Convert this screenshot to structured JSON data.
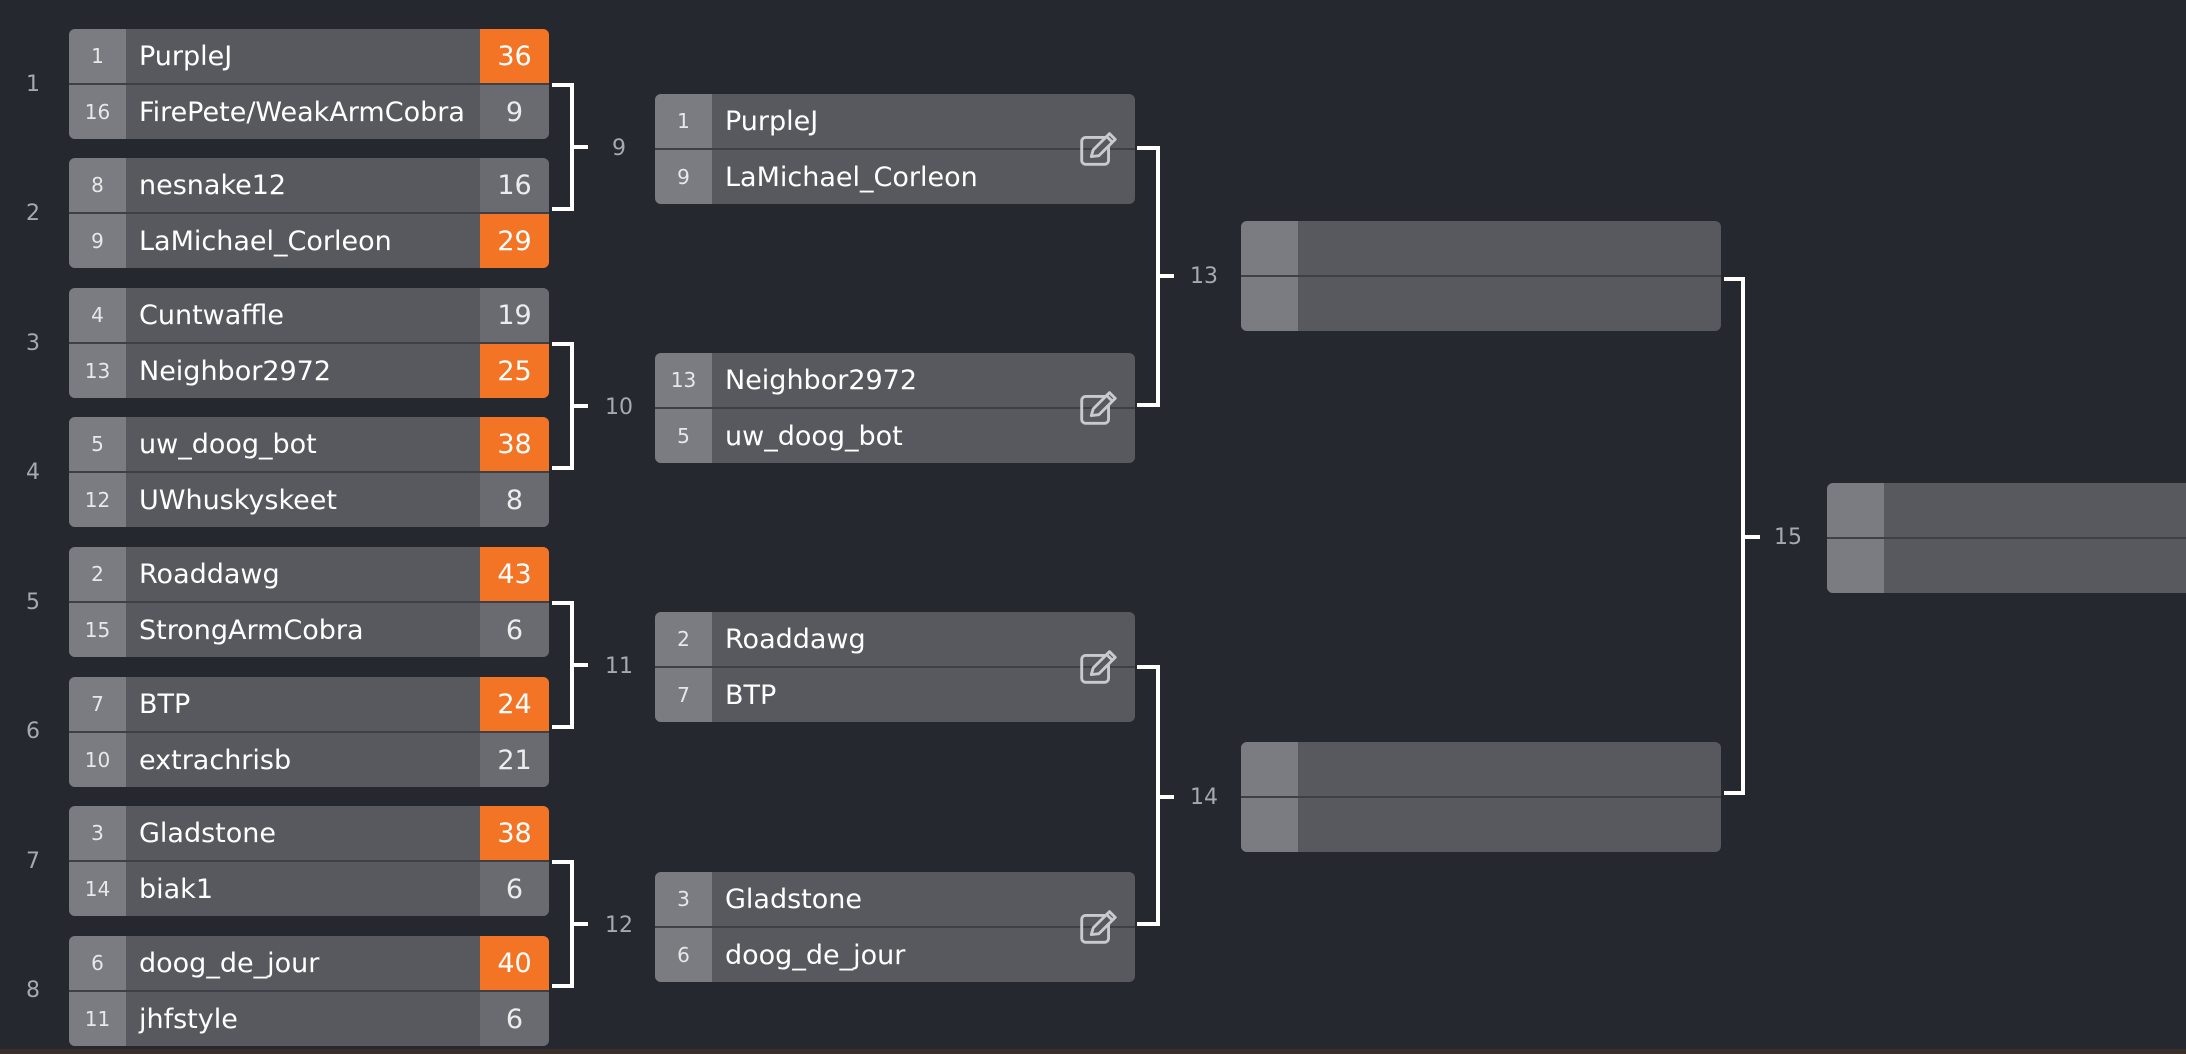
{
  "rounds": {
    "round1": [
      {
        "match_no": "1",
        "top": {
          "seed": "1",
          "name": "PurpleJ",
          "score": "36"
        },
        "bottom": {
          "seed": "16",
          "name": "FirePete/WeakArmCobra",
          "score": "9"
        }
      },
      {
        "match_no": "2",
        "top": {
          "seed": "8",
          "name": "nesnake12",
          "score": "16"
        },
        "bottom": {
          "seed": "9",
          "name": "LaMichael_Corleon",
          "score": "29"
        }
      },
      {
        "match_no": "3",
        "top": {
          "seed": "4",
          "name": "Cuntwaffle",
          "score": "19"
        },
        "bottom": {
          "seed": "13",
          "name": "Neighbor2972",
          "score": "25"
        }
      },
      {
        "match_no": "4",
        "top": {
          "seed": "5",
          "name": "uw_doog_bot",
          "score": "38"
        },
        "bottom": {
          "seed": "12",
          "name": "UWhuskyskeet",
          "score": "8"
        }
      },
      {
        "match_no": "5",
        "top": {
          "seed": "2",
          "name": "Roaddawg",
          "score": "43"
        },
        "bottom": {
          "seed": "15",
          "name": "StrongArmCobra",
          "score": "6"
        }
      },
      {
        "match_no": "6",
        "top": {
          "seed": "7",
          "name": "BTP",
          "score": "24"
        },
        "bottom": {
          "seed": "10",
          "name": "extrachrisb",
          "score": "21"
        }
      },
      {
        "match_no": "7",
        "top": {
          "seed": "3",
          "name": "Gladstone",
          "score": "38"
        },
        "bottom": {
          "seed": "14",
          "name": "biak1",
          "score": "6"
        }
      },
      {
        "match_no": "8",
        "top": {
          "seed": "6",
          "name": "doog_de_jour",
          "score": "40"
        },
        "bottom": {
          "seed": "11",
          "name": "jhfstyle",
          "score": "6"
        }
      }
    ],
    "round2": [
      {
        "match_no": "9",
        "top": {
          "seed": "1",
          "name": "PurpleJ"
        },
        "bottom": {
          "seed": "9",
          "name": "LaMichael_Corleon"
        }
      },
      {
        "match_no": "10",
        "top": {
          "seed": "13",
          "name": "Neighbor2972"
        },
        "bottom": {
          "seed": "5",
          "name": "uw_doog_bot"
        }
      },
      {
        "match_no": "11",
        "top": {
          "seed": "2",
          "name": "Roaddawg"
        },
        "bottom": {
          "seed": "7",
          "name": "BTP"
        }
      },
      {
        "match_no": "12",
        "top": {
          "seed": "3",
          "name": "Gladstone"
        },
        "bottom": {
          "seed": "6",
          "name": "doog_de_jour"
        }
      }
    ],
    "round3": [
      {
        "match_no": "13"
      },
      {
        "match_no": "14"
      }
    ],
    "round4": [
      {
        "match_no": "15"
      }
    ]
  },
  "icons": {
    "edit": "edit-pencil-icon"
  },
  "colors": {
    "background": "#262830",
    "card": "#58595e",
    "seed": "#7b7c82",
    "score": "#6a6b70",
    "winner": "#f37424",
    "connector": "#ffffff"
  }
}
